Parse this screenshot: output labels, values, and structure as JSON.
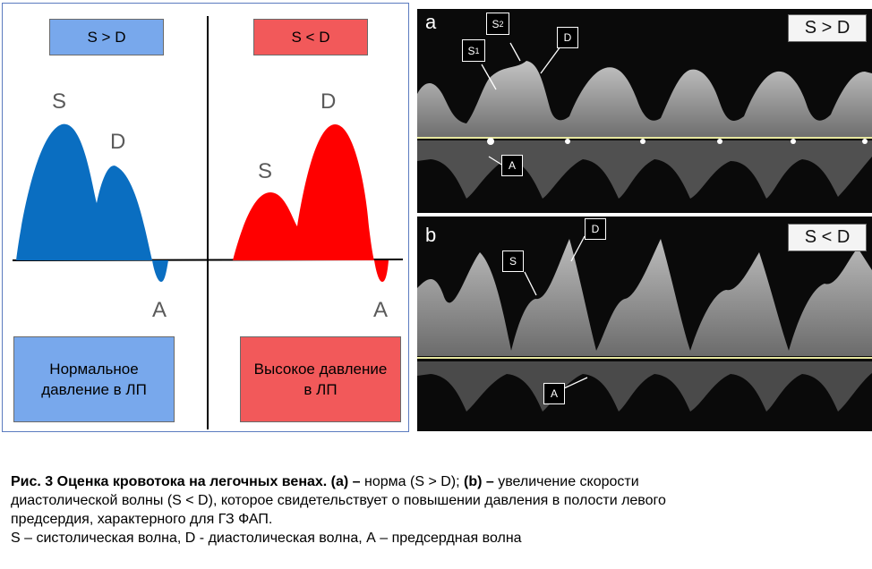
{
  "left": {
    "tag_left": "S > D",
    "tag_right": "S < D",
    "labels": {
      "left_S": "S",
      "left_D": "D",
      "left_A": "A",
      "right_S": "S",
      "right_D": "D",
      "right_A": "A"
    },
    "box_left": "Нормальное давление в ЛП",
    "box_right": "Высокое давление в ЛП",
    "colors": {
      "blue": "#0a6ec1",
      "red": "#ff0000",
      "box_blue": "#78a8ec",
      "box_red": "#f2595a"
    }
  },
  "panel_a": {
    "letter": "a",
    "tag": "S > D",
    "markers": {
      "s2_main": "S",
      "s2_sub": "2",
      "s1_main": "S",
      "s1_sub": "1",
      "d": "D",
      "a": "A"
    }
  },
  "panel_b": {
    "letter": "b",
    "tag": "S < D",
    "markers": {
      "s": "S",
      "d": "D",
      "a": "A"
    }
  },
  "caption": {
    "line1_bold": "Рис. 3 Оценка кровотока на легочных венах. (a) – ",
    "line1_normal": "норма (S > D); ",
    "line1_bold2": "(b) – ",
    "line1_normal2": "увеличение скорости",
    "line2": "диастолической волны (S < D), которое свидетельствует о  повышении давления в полости левого",
    "line3": "предсердия, характерного для ГЗ ФАП.",
    "line4": "S – систолическая волна, D -  диастолическая волна, А – предсердная волна"
  }
}
